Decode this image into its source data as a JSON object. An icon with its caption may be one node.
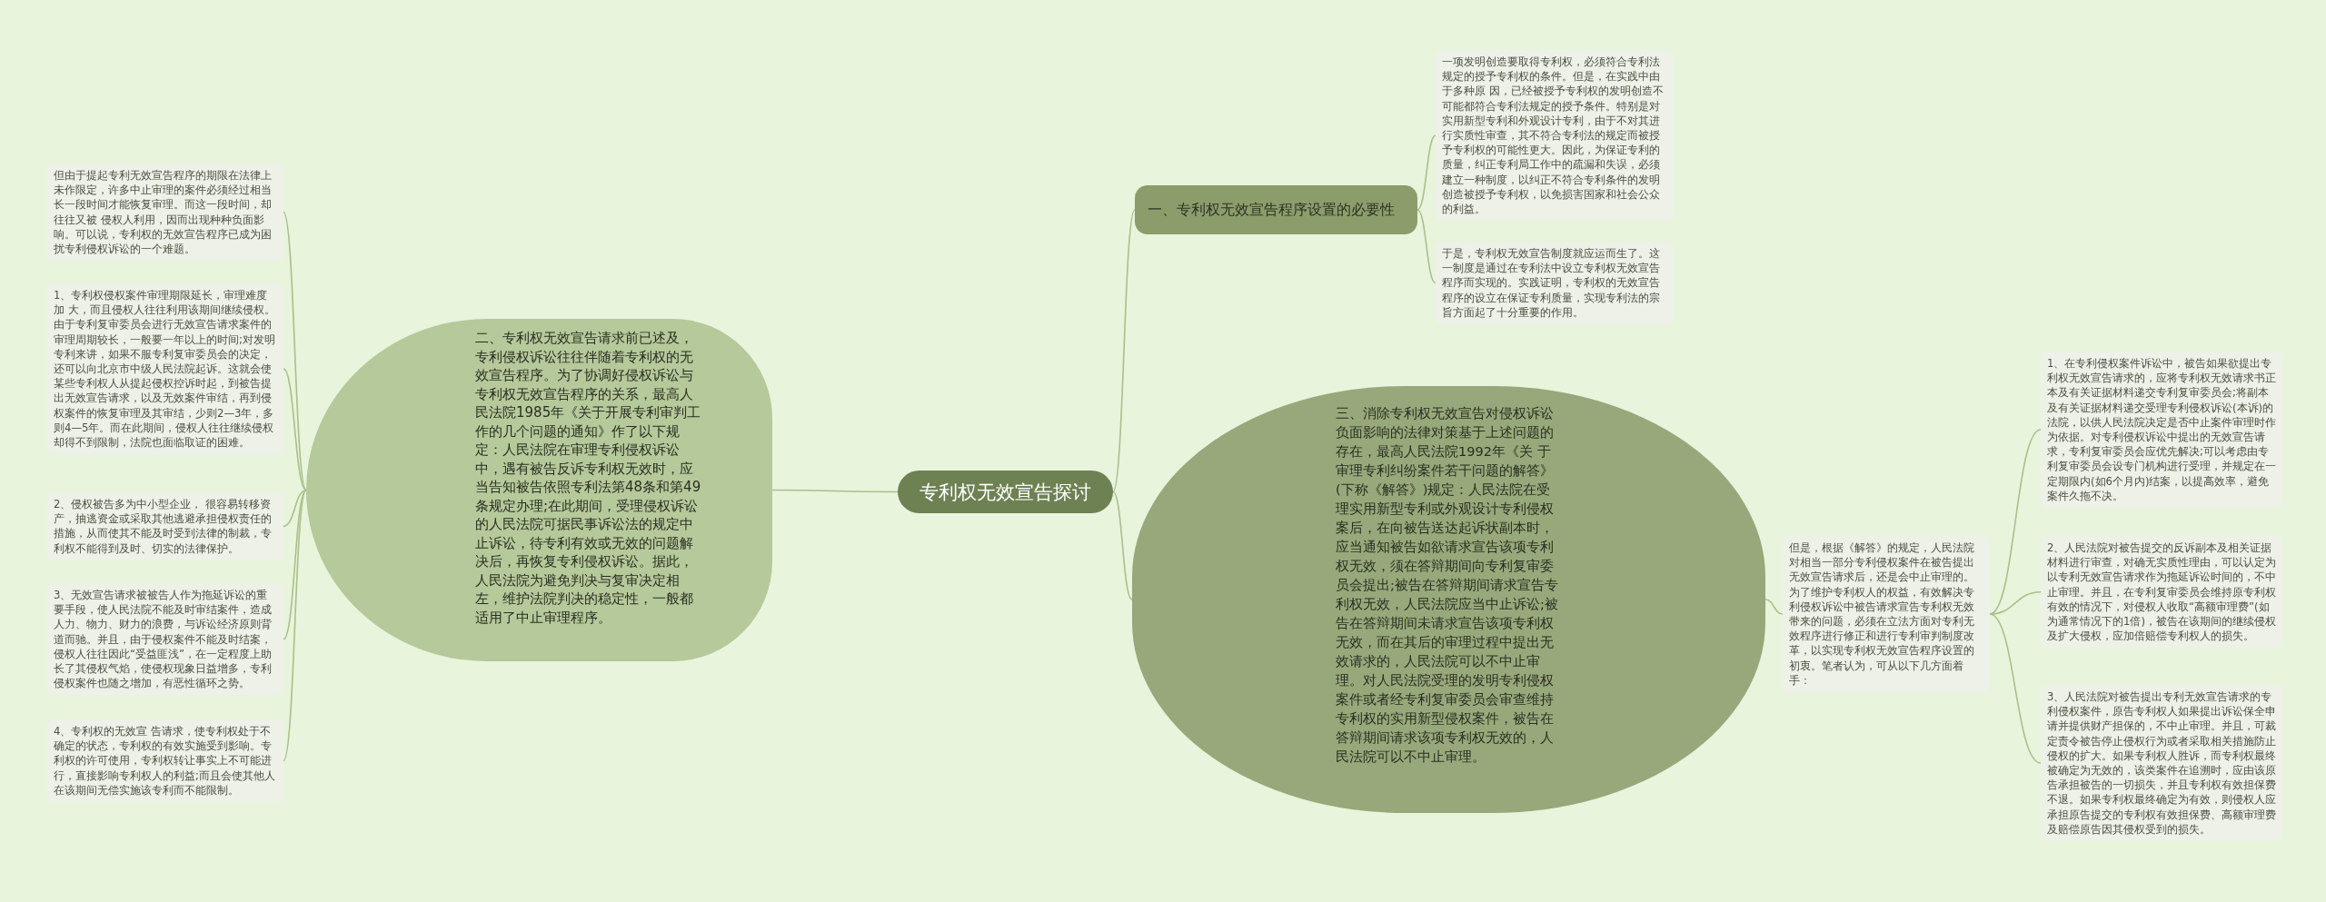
{
  "diagram": {
    "nodes": [
      {
        "text": [
          "专利权无效宣告探讨"
        ]
      },
      {
        "text": [
          "一、专利权无效宣告程序设置的必要性"
        ]
      },
      {
        "text": [
          "一项发明创造要取得专利权，必须符合专利法规定的授予专利权的条件。但是，在实践中由于多种原 因，已经被授予专利权的发明创造不可能都符合专利法规定的授予条件。特别是对实用新型专利和外观设计专利，由于不对其进行实质性审查，其不符合专利法的规定而被授予专利权的可能性更大。因此，为保证专利的质量，纠正专利局工作中的疏漏和失误，必须建立一种制度，以纠正不符合专利条件的发明创造被授予专利权，以免损害国家和社会公众的利益。"
        ]
      },
      {
        "text": [
          "于是，专利权无效宣告制度就应运而生了。这一制度是通过在专利法中设立专利权无效宣告程序而实现的。实践证明，专利权的无效宣告程序的设立在保证专利质量，实现专利法的宗旨方面起了十分重要的作用。"
        ]
      },
      {
        "text": [
          "二、专利权无效宣告请求前已述及，专利侵权诉讼往往伴随着专利权的无效宣告程序。为了协调好侵权诉讼与专利权无效宣告程序的关系，最高人民法院1985年《关于开展专利审判工作的几个问题的通知》作了以下规定：人民法院在审理专利侵权诉讼中，遇有被告反诉专利权无效时，应当告知被告依照专利法第48条和第49条规定办理;在此期间，受理侵权诉讼的人民法院可据民事诉讼法的规定中止诉讼，待专利有效或无效的问题解决后，再恢复专利侵权诉讼。据此，人民法院为避免判决与复审决定相左，维护法院判决的稳定性，一般都适用了中止审理程序。"
        ]
      },
      {
        "text": [
          "但由于提起专利无效宣告程序的期限在法律上未作限定，许多中止审理的案件必须经过相当长一段时间才能恢复审理。而这一段时间，却往往又被 侵权人利用，因而出现种种负面影响。可以说，专利权的无效宣告程序已成为困扰专利侵权诉讼的一个难题。"
        ]
      },
      {
        "text": [
          "1、专利权侵权案件审理期限延长，审理难度加 大，而且侵权人往往利用该期间继续侵权。由于专利复审委员会进行无效宣告请求案件的审理周期较长，一般要一年以上的时间;对发明专利来讲，如果不服专利复审委员会的决定，还可以向北京市中级人民法院起诉。这就会使某些专利权人从提起侵权控诉时起，到被告提出无效宣告请求，以及无效案件审结，再到侵权案件的恢复审理及其审结，少则2—3年，多则4—5年。而在此期间，侵权人往往继续侵权却得不到限制，法院也面临取证的困难。"
        ]
      },
      {
        "text": [
          "2、侵权被告多为中小型企业， 很容易转移资产，抽逃资金或采取其他逃避承担侵权责任的措施，从而使其不能及时受到法律的制裁，专利权不能得到及时、切实的法律保护。"
        ]
      },
      {
        "text": [
          "3、无效宣告请求被被告人作为拖延诉讼的重要手段，使人民法院不能及时审结案件，造成人力、物力、财力的浪费，与诉讼经济原则背道而驰。并且，由于侵权案件不能及时结案，侵权人往往因此“受益匪浅”，在一定程度上助长了其侵权气焰，使侵权现象日益增多，专利侵权案件也随之增加，有恶性循环之势。"
        ]
      },
      {
        "text": [
          "4、专利权的无效宣 告请求，使专利权处于不确定的状态，专利权的有效实施受到影响。专利权的许可使用，专利权转让事实上不可能进行，直接影响专利权人的利益;而且会使其他人在该期间无偿实施该专利而不能限制。"
        ]
      },
      {
        "text": [
          "三、消除专利权无效宣告对侵权诉讼负面影响的法律对策基于上述问题的存在，最高人民法院1992年《关 于审理专利纠纷案件若干问题的解答》(下称《解答》)规定：人民法院在受理实用新型专利或外观设计专利侵权案后，在向被告送达起诉状副本时，应当通知被告如欲请求宣告该项专利权无效，须在答辩期间向专利复审委员会提出;被告在答辩期间请求宣告专利权无效，人民法院应当中止诉讼;被告在答辩期间未请求宣告该项专利权无效，而在其后的审理过程中提出无效请求的，人民法院可以不中止审理。对人民法院受理的发明专利侵权案件或者经专利复审委员会审查维持专利权的实用新型侵权案件，被告在答辩期间请求该项专利权无效的，人民法院可以不中止审理。"
        ]
      },
      {
        "text": [
          "但是，根据《解答》的规定，人民法院对相当一部分专利侵权案件在被告提出无效宣告请求后，还是会中止审理的。为了维护专利权人的权益，有效解决专利侵权诉讼中被告请求宣告专利权无效带来的问题，必须在立法方面对专利无效程序进行修正和进行专利审判制度改革，以实现专利权无效宣告程序设置的初衷。笔者认为，可从以下几方面着手："
        ]
      },
      {
        "text": [
          "1、在专利侵权案件诉讼中，被告如果欲提出专利权无效宣告请求的，应将专利权无效请求书正本及有关证据材料递交专利复审委员会;将副本及有关证据材料递交受理专利侵权诉讼(本诉)的法院，以供人民法院决定是否中止案件审理时作为依据。对专利侵权诉讼中提出的无效宣告请求，专利复审委员会应优先解决;可以考虑由专利复审委员会设专门机构进行受理，并规定在一定期限内(如6个月内)结案，以提高效率，避免案件久拖不决。"
        ]
      },
      {
        "text": [
          "2、人民法院对被告提交的反诉副本及相关证据材料进行审查，对确无实质性理由，可以认定为以专利无效宣告请求作为拖延诉讼时间的，不中止审理。并且，在专利复审委员会维持原专利权有效的情况下，对侵权人收取“高额审理费”(如为通常情况下的1倍)，被告在该期间的继续侵权及扩大侵权，应加倍赔偿专利权人的损失。"
        ]
      },
      {
        "text": [
          "3、人民法院对被告提出专利无效宣告请求的专利侵权案件，原告专利权人如果提出诉讼保全申请并提供财产担保的，不中止审理。并且，可裁定责令被告停止侵权行为或者采取相关措施防止侵权的扩大。如果专利权人胜诉，而专利权最终被确定为无效的，该类案件在追溯时，应由该原告承担被告的一切损失，并且专利权有效担保费不退。如果专利权最终确定为有效，则侵权人应承担原告提交的专利权有效担保费、高额审理费及赔偿原告因其侵权受到的损失。"
        ]
      }
    ],
    "edges": [
      {
        "from": 0,
        "to": 1,
        "arrow": "none"
      },
      {
        "from": 1,
        "to": 2,
        "arrow": "none"
      },
      {
        "from": 1,
        "to": 3,
        "arrow": "none"
      },
      {
        "from": 0,
        "to": 4,
        "arrow": "none"
      },
      {
        "from": 4,
        "to": 5,
        "arrow": "none"
      },
      {
        "from": 4,
        "to": 6,
        "arrow": "none"
      },
      {
        "from": 4,
        "to": 7,
        "arrow": "none"
      },
      {
        "from": 4,
        "to": 8,
        "arrow": "none"
      },
      {
        "from": 4,
        "to": 9,
        "arrow": "none"
      },
      {
        "from": 0,
        "to": 10,
        "arrow": "none"
      },
      {
        "from": 10,
        "to": 11,
        "arrow": "none"
      },
      {
        "from": 11,
        "to": 12,
        "arrow": "none"
      },
      {
        "from": 11,
        "to": 13,
        "arrow": "none"
      },
      {
        "from": 11,
        "to": 14,
        "arrow": "none"
      }
    ]
  }
}
